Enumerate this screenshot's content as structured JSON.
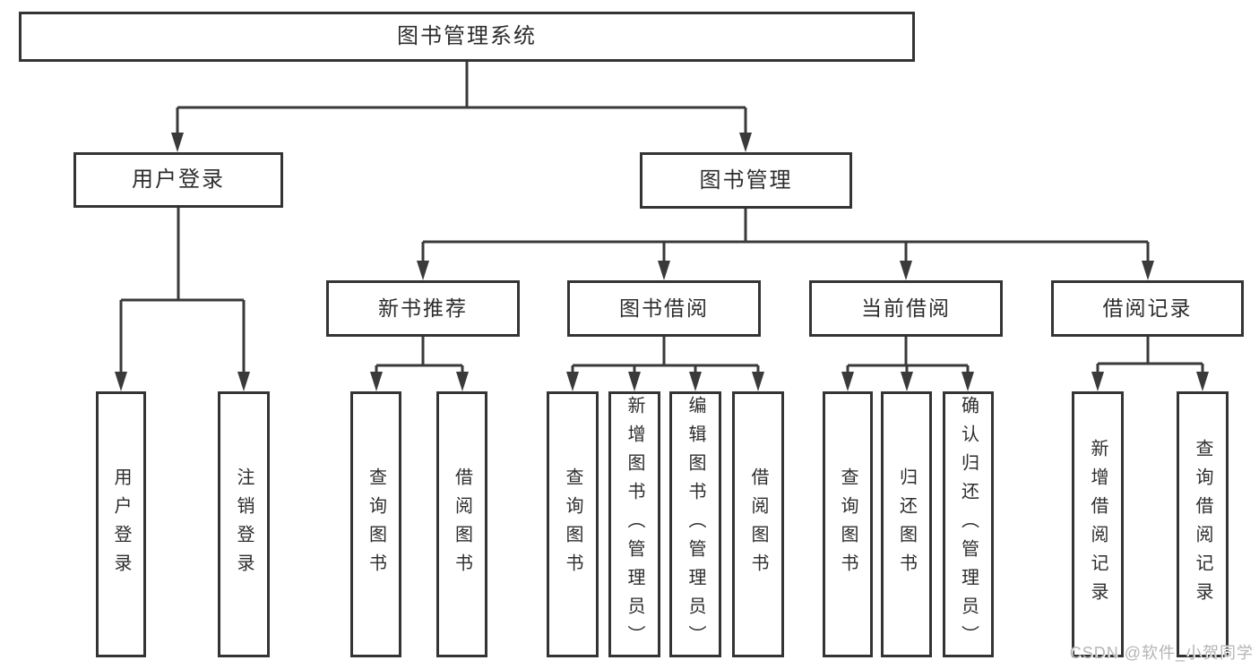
{
  "diagram": {
    "title": "图书管理系统",
    "level2": [
      {
        "label": "用户登录"
      },
      {
        "label": "图书管理"
      }
    ],
    "level3": [
      {
        "label": "新书推荐"
      },
      {
        "label": "图书借阅"
      },
      {
        "label": "当前借阅"
      },
      {
        "label": "借阅记录"
      }
    ],
    "leaves": [
      {
        "label": "用户登录"
      },
      {
        "label": "注销登录"
      },
      {
        "label": "查询图书"
      },
      {
        "label": "借阅图书"
      },
      {
        "label": "查询图书"
      },
      {
        "label": "新增图书（管理员）"
      },
      {
        "label": "编辑图书（管理员）"
      },
      {
        "label": "借阅图书"
      },
      {
        "label": "查询图书"
      },
      {
        "label": "归还图书"
      },
      {
        "label": "确认归还（管理员）"
      },
      {
        "label": "新增借阅记录"
      },
      {
        "label": "查询借阅记录"
      }
    ]
  },
  "watermark": {
    "text": "CSDN @软件_小贺同学",
    "color": "#b5b5b5"
  },
  "colors": {
    "line": "#3a3a3a",
    "box_border": "#343434",
    "text": "#2d2d2d",
    "background": "#ffffff"
  }
}
